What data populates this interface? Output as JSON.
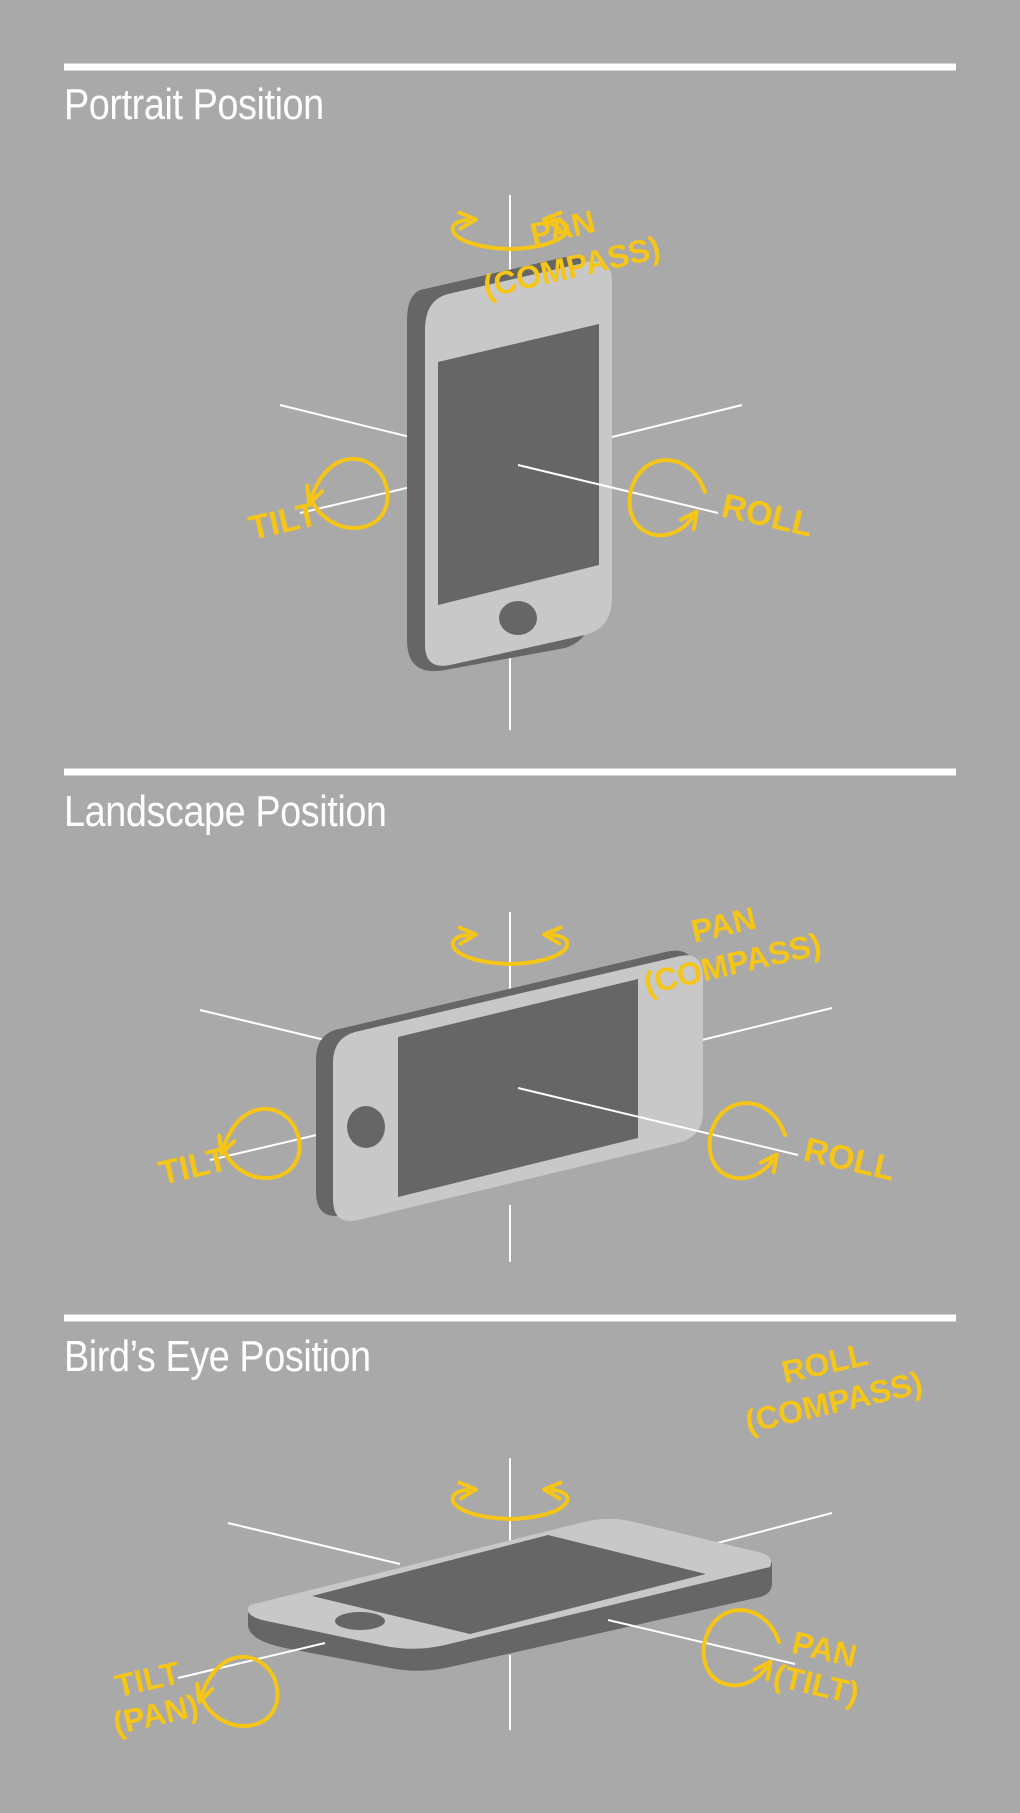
{
  "colors": {
    "background": "#a9a9a9",
    "rule": "#ffffff",
    "axis": "#ffffff",
    "label": "#f5c518",
    "device_body": "#c8c8c8",
    "device_side": "#666666",
    "screen": "#666666"
  },
  "sections": [
    {
      "title": "Portrait Position",
      "orientation": "portrait",
      "labels": {
        "top": [
          "PAN",
          "(COMPASS)"
        ],
        "left": [
          "TILT"
        ],
        "right": [
          "ROLL"
        ]
      }
    },
    {
      "title": "Landscape Position",
      "orientation": "landscape",
      "labels": {
        "top": [
          "PAN",
          "(COMPASS)"
        ],
        "left": [
          "TILT"
        ],
        "right": [
          "ROLL"
        ]
      }
    },
    {
      "title": "Bird’s Eye Position",
      "orientation": "flat",
      "labels": {
        "top": [
          "ROLL",
          "(COMPASS)"
        ],
        "left": [
          "TILT",
          "(PAN)"
        ],
        "right": [
          "PAN",
          "(TILT)"
        ]
      }
    }
  ]
}
